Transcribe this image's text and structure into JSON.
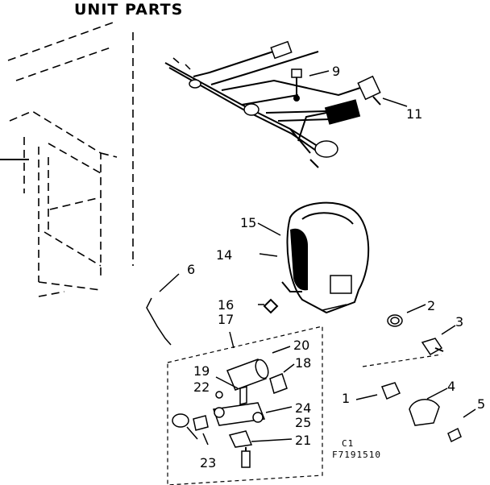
{
  "title": "UNIT PARTS",
  "parts": [
    {
      "id": "label-1",
      "text": "1"
    },
    {
      "id": "label-2",
      "text": "2"
    },
    {
      "id": "label-3",
      "text": "3"
    },
    {
      "id": "label-4",
      "text": "4"
    },
    {
      "id": "label-5",
      "text": "5"
    },
    {
      "id": "label-6",
      "text": "6"
    },
    {
      "id": "label-9",
      "text": "9"
    },
    {
      "id": "label-11",
      "text": "11"
    },
    {
      "id": "label-14",
      "text": "14"
    },
    {
      "id": "label-15",
      "text": "15"
    },
    {
      "id": "label-16",
      "text": "16"
    },
    {
      "id": "label-17",
      "text": "17"
    },
    {
      "id": "label-18",
      "text": "18"
    },
    {
      "id": "label-19",
      "text": "19"
    },
    {
      "id": "label-20",
      "text": "20"
    },
    {
      "id": "label-21",
      "text": "21"
    },
    {
      "id": "label-22",
      "text": "22"
    },
    {
      "id": "label-23",
      "text": "23"
    },
    {
      "id": "label-24",
      "text": "24"
    },
    {
      "id": "label-25",
      "text": "25"
    }
  ],
  "figure_code": "C1",
  "figure_number": "F7191510"
}
